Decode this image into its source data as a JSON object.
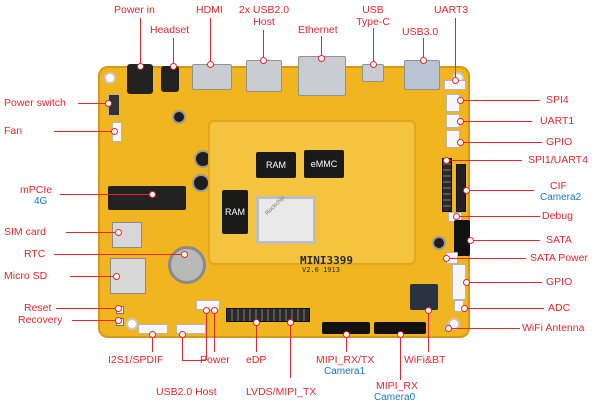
{
  "labels": {
    "power_in": "Power in",
    "headset": "Headset",
    "hdmi": "HDMI",
    "usb20_host_top_line1": "2x USB2.0",
    "usb20_host_top_line2": "Host",
    "ethernet": "Ethernet",
    "usb_typec_line1": "USB",
    "usb_typec_line2": "Type-C",
    "uart3": "UART3",
    "usb30": "USB3.0",
    "power_switch": "Power switch",
    "fan": "Fan",
    "mpcie": "mPCIe",
    "mpcie_sub": "4G",
    "sim_card": "SIM card",
    "rtc": "RTC",
    "micro_sd": "Micro SD",
    "reset": "Reset",
    "recovery": "Recovery",
    "spi4": "SPI4",
    "uart1": "UART1",
    "gpio_top": "GPIO",
    "spi1_uart4": "SPI1/UART4",
    "cif": "CIF",
    "cif_sub": "Camera2",
    "debug": "Debug",
    "sata": "SATA",
    "sata_power": "SATA Power",
    "gpio_bottom": "GPIO",
    "adc": "ADC",
    "wifi_antenna": "WiFi Antenna",
    "i2s1_spdif": "I2S1/SPDIF",
    "usb20_host_bottom": "USB2.0 Host",
    "power": "Power",
    "edp": "eDP",
    "lvds_mipi_tx": "LVDS/MIPI_TX",
    "mipi_rx_tx": "MIPI_RX/TX",
    "mipi_rx_tx_sub": "Camera1",
    "mipi_rx": "MIPI_RX",
    "mipi_rx_sub": "Camera0",
    "wifi_bt": "WiFi&BT"
  },
  "board": {
    "ram_label": "RAM",
    "emmc_label": "eMMC",
    "ram2_label": "RAM",
    "soc_marking": "Rockchip",
    "silk_model": "MINI3399",
    "silk_version": "V2.0 1913"
  },
  "colors": {
    "label": "#e8242b",
    "sub_label": "#1677c7",
    "board": "#f1b51f"
  }
}
